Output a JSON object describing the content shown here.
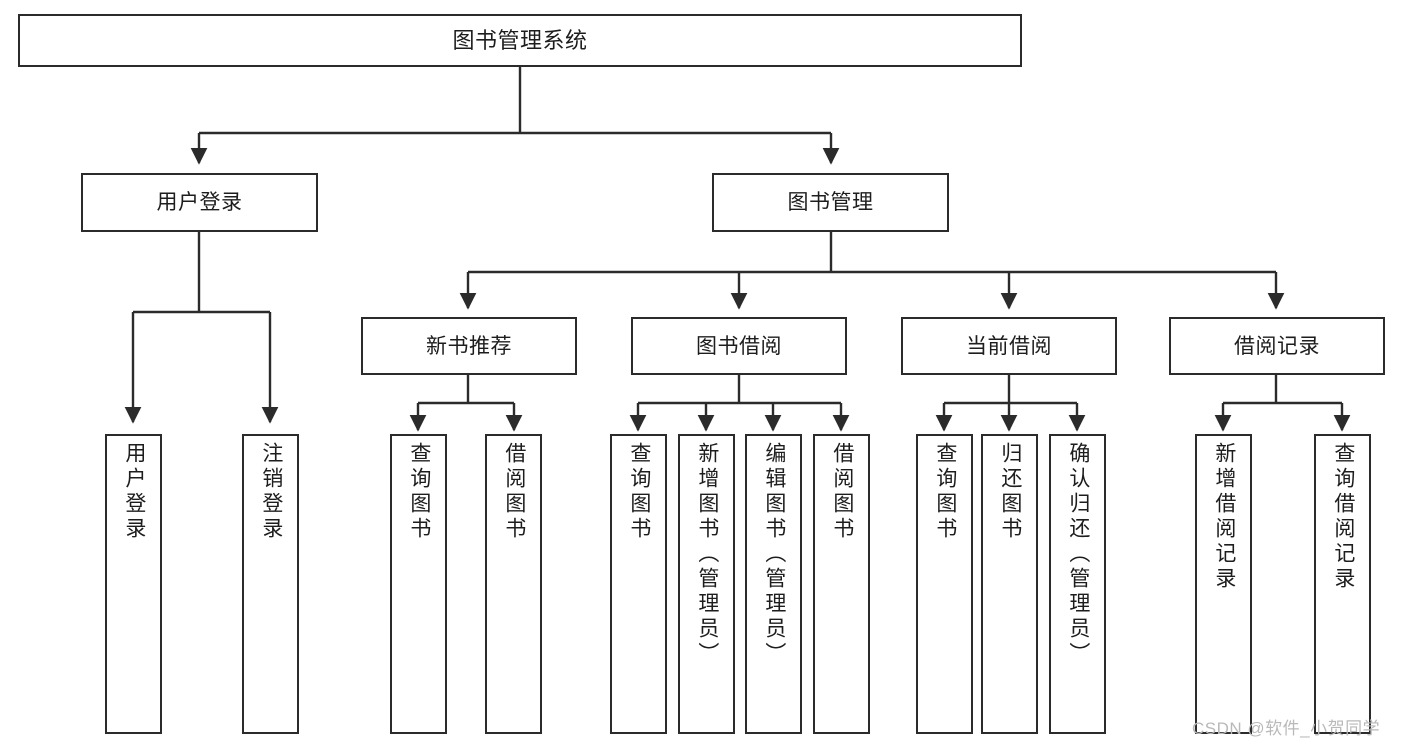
{
  "diagram": {
    "type": "tree-hierarchy",
    "title": "图书管理系统",
    "watermark": "CSDN @软件_小贺同学",
    "colors": {
      "box_border": "#2b2b2b",
      "box_fill": "#ffffff",
      "connector": "#2b2b2b",
      "text": "#1d1d1d",
      "watermark": "#b9b9b9"
    },
    "nodes": {
      "root": {
        "label": "图书管理系统"
      },
      "level1": [
        {
          "id": "user-login",
          "label": "用户登录"
        },
        {
          "id": "book-manage",
          "label": "图书管理"
        }
      ],
      "level2": [
        {
          "id": "new-book-recommend",
          "label": "新书推荐"
        },
        {
          "id": "book-borrow",
          "label": "图书借阅"
        },
        {
          "id": "current-borrow",
          "label": "当前借阅"
        },
        {
          "id": "borrow-record",
          "label": "借阅记录"
        }
      ],
      "leaves": [
        {
          "id": "leaf-user-login",
          "label": "用户登录",
          "parent": "user-login"
        },
        {
          "id": "leaf-logout-login",
          "label": "注销登录",
          "parent": "user-login"
        },
        {
          "id": "leaf-query-book-1",
          "label": "查询图书",
          "parent": "new-book-recommend"
        },
        {
          "id": "leaf-borrow-book-1",
          "label": "借阅图书",
          "parent": "new-book-recommend"
        },
        {
          "id": "leaf-query-book-2",
          "label": "查询图书",
          "parent": "book-borrow"
        },
        {
          "id": "leaf-add-book-admin",
          "label": "新增图书（管理员）",
          "parent": "book-borrow"
        },
        {
          "id": "leaf-edit-book-admin",
          "label": "编辑图书（管理员）",
          "parent": "book-borrow"
        },
        {
          "id": "leaf-borrow-book-2",
          "label": "借阅图书",
          "parent": "book-borrow"
        },
        {
          "id": "leaf-query-book-3",
          "label": "查询图书",
          "parent": "current-borrow"
        },
        {
          "id": "leaf-return-book",
          "label": "归还图书",
          "parent": "current-borrow"
        },
        {
          "id": "leaf-confirm-return-admin",
          "label": "确认归还（管理员）",
          "parent": "current-borrow"
        },
        {
          "id": "leaf-add-borrow-record",
          "label": "新增借阅记录",
          "parent": "borrow-record"
        },
        {
          "id": "leaf-query-borrow-record",
          "label": "查询借阅记录",
          "parent": "borrow-record"
        }
      ]
    }
  }
}
